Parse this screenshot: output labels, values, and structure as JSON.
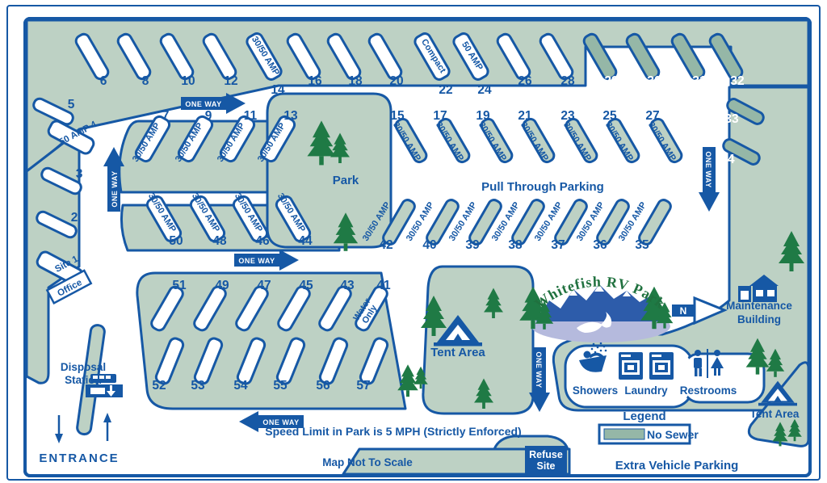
{
  "title": "Whitefish RV Park",
  "colors": {
    "line_blue": "#1658a5",
    "map_green": "#bdd1c4",
    "no_sewer_green": "#95b7a7",
    "tree_green": "#1f7a45",
    "logo_green": "#20713f",
    "lake_blue": "#b5badd",
    "mountain_blue": "#2d5caa"
  },
  "labels": {
    "logo_title": "Whitefish RV Park",
    "park": "Park",
    "pull_through": "Pull Through Parking",
    "tent_area": "Tent Area",
    "tent_area_2": "Tent Area",
    "maintenance_1": "Maintenance",
    "maintenance_2": "Building",
    "showers": "Showers",
    "laundry": "Laundry",
    "restrooms": "Restrooms",
    "disposal_1": "Disposal",
    "disposal_2": "Station",
    "entrance": "ENTRANCE",
    "refuse_1": "Refuse",
    "refuse_2": "Site",
    "extra_parking": "Extra Vehicle Parking",
    "speed_limit": "Speed Limit in Park is 5 MPH (Strictly Enforced)",
    "map_scale": "Map Not To Scale",
    "legend_title": "Legend",
    "legend_no_sewer": "No Sewer",
    "office": "Office",
    "one_way": "ONE WAY",
    "north": "N"
  },
  "sites": {
    "rows": [
      {
        "id": "top",
        "sites": [
          {
            "n": "6"
          },
          {
            "n": "8"
          },
          {
            "n": "10"
          },
          {
            "n": "12"
          },
          {
            "n": "14",
            "label": "30/50 AMP"
          },
          {
            "n": "16"
          },
          {
            "n": "18"
          },
          {
            "n": "20"
          },
          {
            "n": "22",
            "label": "Compact"
          },
          {
            "n": "24",
            "label": "50 AMP"
          },
          {
            "n": "26"
          },
          {
            "n": "28"
          },
          {
            "n": "29",
            "no_sewer": true
          },
          {
            "n": "30",
            "no_sewer": true
          },
          {
            "n": "31",
            "no_sewer": true
          },
          {
            "n": "32",
            "no_sewer": true
          }
        ]
      },
      {
        "id": "right_col",
        "sites": [
          {
            "n": "33",
            "no_sewer": true
          },
          {
            "n": "34",
            "no_sewer": true
          }
        ]
      },
      {
        "id": "upper_left",
        "sites": [
          {
            "n": "7",
            "label": "30/50 AMP"
          },
          {
            "n": "9",
            "label": "30/50 AMP"
          },
          {
            "n": "11",
            "label": "30/50 AMP"
          },
          {
            "n": "13",
            "label": "30/50 AMP"
          }
        ]
      },
      {
        "id": "upper_right",
        "sites": [
          {
            "n": "15",
            "label": "30/50 AMP"
          },
          {
            "n": "17",
            "label": "30/50 AMP"
          },
          {
            "n": "19",
            "label": "30/50 AMP"
          },
          {
            "n": "21",
            "label": "30/50 AMP"
          },
          {
            "n": "23",
            "label": "30/50 AMP"
          },
          {
            "n": "25",
            "label": "30/50 AMP"
          },
          {
            "n": "27",
            "label": "30/50 AMP"
          }
        ]
      },
      {
        "id": "left_col",
        "sites": [
          {
            "n": "5"
          },
          {
            "n": "4",
            "inline_label": "50 AMP"
          },
          {
            "n": "3"
          },
          {
            "n": "2"
          },
          {
            "n": "1",
            "inline_label": "Site"
          }
        ]
      },
      {
        "id": "mid_left",
        "sites": [
          {
            "n": "50",
            "label": "30/50 AMP"
          },
          {
            "n": "48",
            "label": "30/50 AMP"
          },
          {
            "n": "46",
            "label": "30/50 AMP"
          },
          {
            "n": "44",
            "label": "30/50 AMP"
          }
        ]
      },
      {
        "id": "pull_through",
        "sites": [
          {
            "n": "42",
            "label": "30/50 AMP"
          },
          {
            "n": "40",
            "label": "30/50 AMP"
          },
          {
            "n": "39",
            "label": "30/50 AMP"
          },
          {
            "n": "38",
            "label": "30/50 AMP"
          },
          {
            "n": "37",
            "label": "30/50 AMP"
          },
          {
            "n": "36",
            "label": "30/50 AMP"
          },
          {
            "n": "35",
            "label": "30/50 AMP"
          }
        ]
      },
      {
        "id": "lower_mid",
        "sites": [
          {
            "n": "51"
          },
          {
            "n": "49"
          },
          {
            "n": "47"
          },
          {
            "n": "45"
          },
          {
            "n": "43"
          },
          {
            "n": "41",
            "label_lines": [
              "Water",
              "Only"
            ]
          }
        ]
      },
      {
        "id": "bottom_row",
        "sites": [
          {
            "n": "52"
          },
          {
            "n": "53"
          },
          {
            "n": "54"
          },
          {
            "n": "55"
          },
          {
            "n": "56"
          },
          {
            "n": "57"
          }
        ]
      }
    ]
  }
}
